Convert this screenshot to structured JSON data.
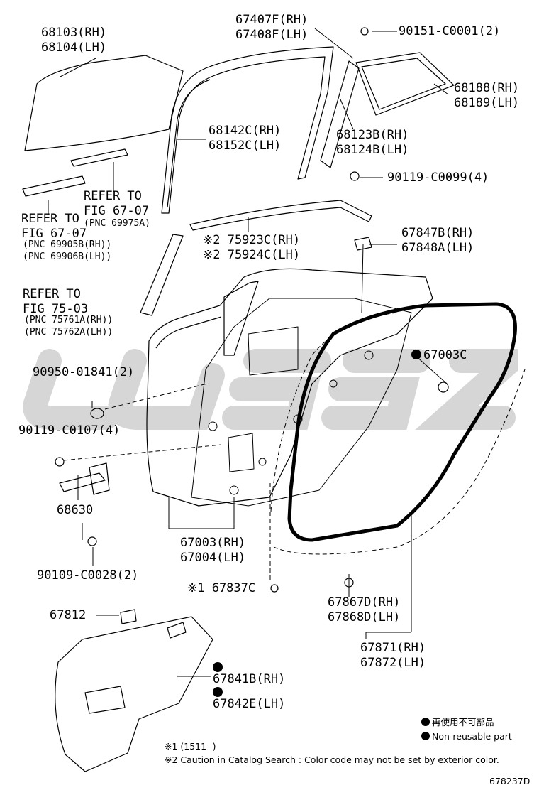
{
  "labels": {
    "glass": [
      "68103(RH)",
      "68104(LH)"
    ],
    "run_channel": [
      "67407F(RH)",
      "67408F(LH)"
    ],
    "clip_0001": "90151-C0001(2)",
    "quarter_glass_frame": [
      "68188(RH)",
      "68189(LH)"
    ],
    "quarter_glass": [
      "68123B(RH)",
      "68124B(LH)"
    ],
    "center_channel": [
      "68142C(RH)",
      "68152C(LH)"
    ],
    "bolt_0099": "90119-C0099(4)",
    "refer_67_07_a": [
      "REFER TO",
      "FIG 67-07"
    ],
    "pnc_69975a": "(PNC 69975A)",
    "refer_67_07_b": [
      "REFER TO",
      "FIG 67-07"
    ],
    "pnc_69905_69906": [
      "(PNC 69905B(RH))",
      "(PNC 69906B(LH))"
    ],
    "moulding": [
      "※2 75923C(RH)",
      "※2 75924C(LH)"
    ],
    "cover_67847": [
      "67847B(RH)",
      "67848A(LH)"
    ],
    "refer_75_03": [
      "REFER TO",
      "FIG 75-03"
    ],
    "pnc_75761_75762": [
      "(PNC 75761A(RH))",
      "(PNC 75762A(LH))"
    ],
    "plug_01841": "90950-01841(2)",
    "clip_67003c": "67003C",
    "bolt_0107": "90119-C0107(4)",
    "check_assy": "68630",
    "door_panel": [
      "67003(RH)",
      "67004(LH)"
    ],
    "bolt_0028": "90109-C0028(2)",
    "plug_67837": "※1 67837C",
    "weatherstrip_clip": [
      "67867D(RH)",
      "67868D(LH)"
    ],
    "weatherstrip": [
      "67871(RH)",
      "67872(LH)"
    ],
    "cover_67812": "67812",
    "service_hole_cover": [
      "67841B(RH)",
      "67842E(LH)"
    ]
  },
  "legend": {
    "jp": "再使用不可部品",
    "en": "Non-reusable part"
  },
  "notes": {
    "note1": "※1 (1511-        )",
    "note2": "※2 Caution in Catalog Search : Color code may not be set by exterior color."
  },
  "figure_code": "678237D",
  "watermark_color": "#d4d4d4"
}
